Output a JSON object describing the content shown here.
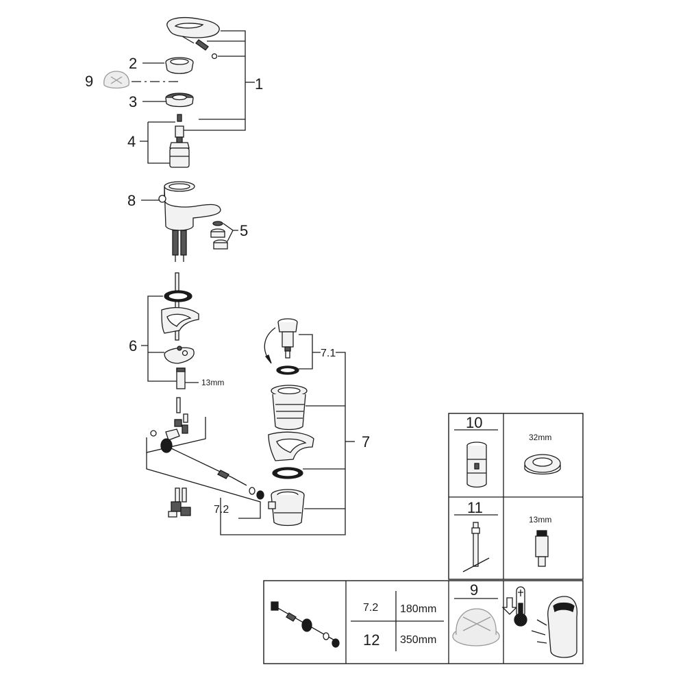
{
  "callouts": {
    "c1": "1",
    "c2": "2",
    "c3": "3",
    "c4": "4",
    "c5": "5",
    "c6": "6",
    "c7": "7",
    "c7_1": "7.1",
    "c7_2": "7.2",
    "c8": "8",
    "c9": "9"
  },
  "annotations": {
    "wrench_6": "13mm"
  },
  "tools_table": {
    "item10_label": "10",
    "item10_size": "32mm",
    "item11_label": "11",
    "item11_size": "13mm"
  },
  "rods_table": {
    "row1_code": "7.2",
    "row1_length": "180mm",
    "row2_code": "12",
    "row2_length": "350mm",
    "item9_label": "9"
  },
  "icons": {
    "thermometer": "thermometer-cold-icon",
    "handle": "lever-handle-icon"
  }
}
